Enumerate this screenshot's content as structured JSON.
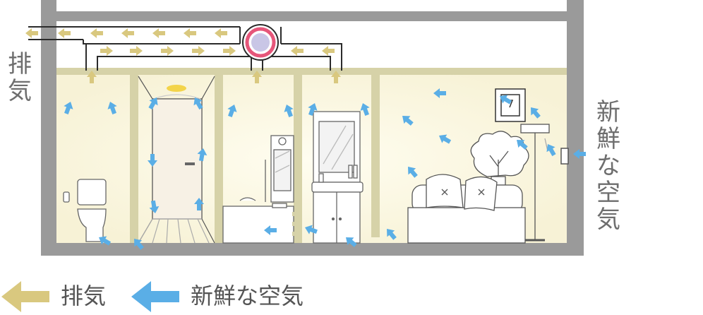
{
  "labels": {
    "exhaust_side": "排気",
    "fresh_side": "新鮮な空気"
  },
  "legend": {
    "exhaust": "排気",
    "fresh": "新鮮な空気"
  },
  "colors": {
    "exhaust_arrow": "#d9c87f",
    "fresh_arrow": "#5aaee6",
    "wall": "#9a9a9a",
    "beam": "#d6d2a8",
    "room_fill": "#fbf7e2",
    "duct": "#2b2b2b",
    "fan_ring": "#e6567a",
    "fan_core": "#c9c6e6"
  },
  "icons": [
    "ventilation-fan-icon",
    "toilet-icon",
    "bathtub-icon",
    "sink-vanity-icon",
    "sofa-icon",
    "floor-lamp-icon",
    "picture-frame-icon",
    "plant-icon",
    "ceiling-light-icon",
    "door-icon"
  ]
}
